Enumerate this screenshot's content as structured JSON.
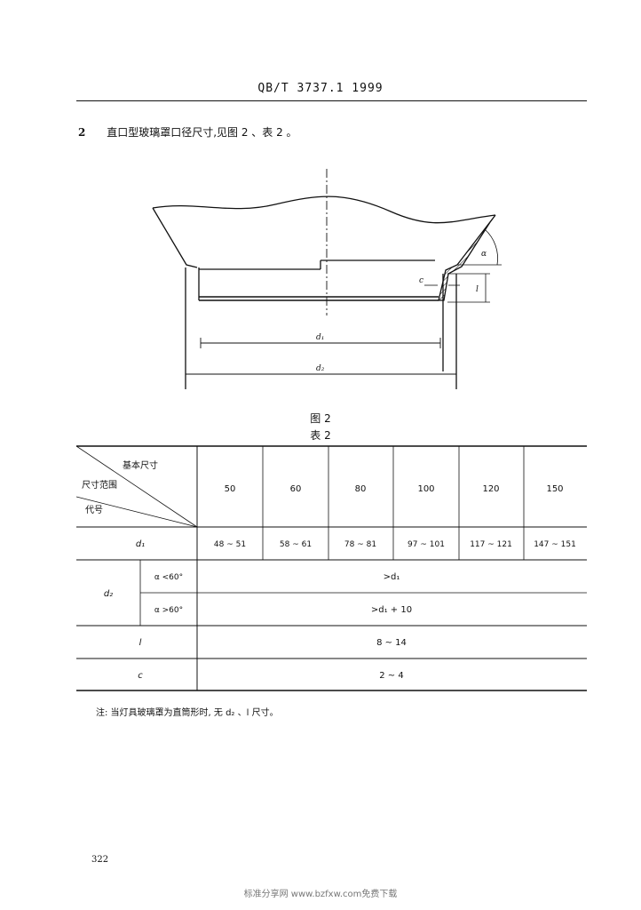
{
  "header": {
    "standard": "QB/T 3737.1  1999"
  },
  "clause": {
    "number": "2",
    "text": "直口型玻璃罩口径尺寸,见图 2 、表 2 。"
  },
  "figure": {
    "caption": "图 2",
    "labels": {
      "alpha": "α",
      "c": "c",
      "l": "l",
      "d1": "d₁",
      "d2": "d₂"
    }
  },
  "table": {
    "caption": "表 2",
    "corner": {
      "top": "基本尺寸",
      "middle": "尺寸范围",
      "bottom": "代号"
    },
    "basic_sizes": [
      "50",
      "60",
      "80",
      "100",
      "120",
      "150"
    ],
    "rows": {
      "d1": {
        "label": "d₁",
        "values": [
          "48 ~ 51",
          "58 ~ 61",
          "78 ~ 81",
          "97 ~ 101",
          "117 ~ 121",
          "147 ~ 151"
        ]
      },
      "d2": {
        "label": "d₂",
        "sub1": {
          "condition": "α <60°",
          "value": ">d₁"
        },
        "sub2": {
          "condition": "α >60°",
          "value": ">d₁ + 10"
        }
      },
      "l": {
        "label": "l",
        "value": "8 ~ 14"
      },
      "c": {
        "label": "c",
        "value": "2 ~ 4"
      }
    }
  },
  "note": "注: 当灯具玻璃罩为直筒形时, 无 d₂ 、l 尺寸。",
  "page_number": "322",
  "footer": "标准分享网 www.bzfxw.com免费下载"
}
